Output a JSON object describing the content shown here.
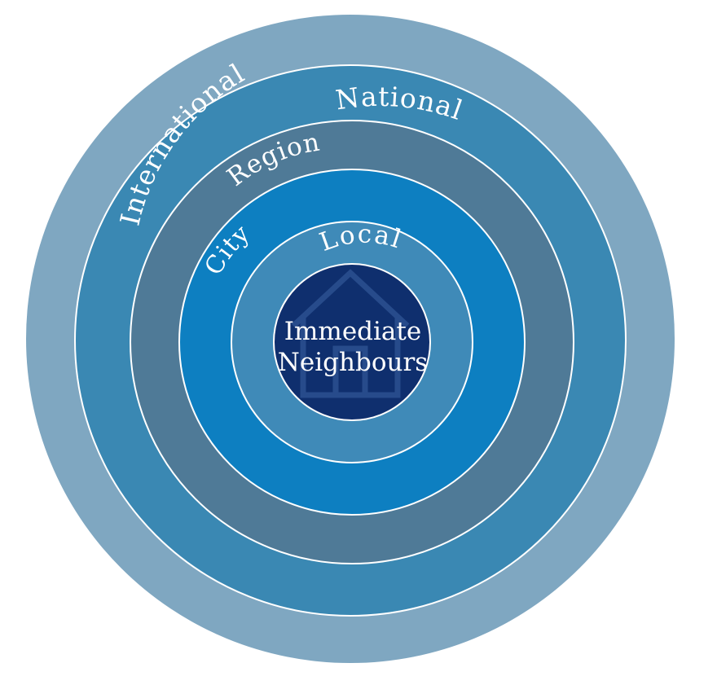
{
  "diagram": {
    "rings": [
      {
        "label": "International",
        "color": "#7fa7c1"
      },
      {
        "label": "National",
        "color": "#3a88b3"
      },
      {
        "label": "Region",
        "color": "#4f7a97"
      },
      {
        "label": "City",
        "color": "#0d7fc1"
      },
      {
        "label": "Local",
        "color": "#3f8ab8"
      }
    ],
    "center": {
      "line1": "Immediate",
      "line2": "Neighbours",
      "color": "#0f2f6e",
      "icon": "house-icon"
    },
    "separator_color": "#ffffff"
  }
}
